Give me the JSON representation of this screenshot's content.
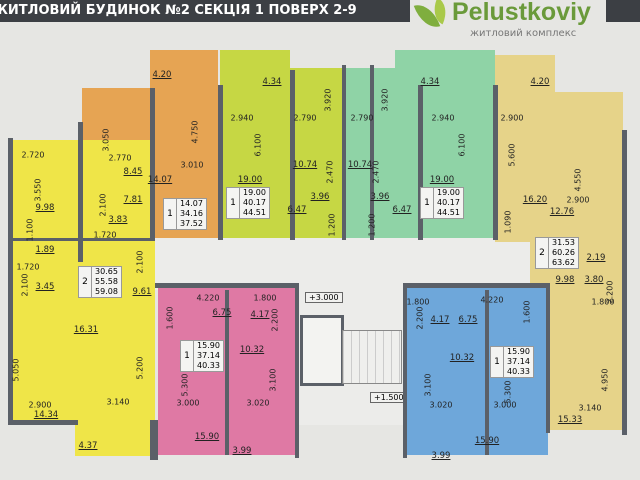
{
  "header": {
    "title": "ЖИТЛОВИЙ БУДИНОК №2  СЕКЦІЯ 1  ПОВЕРХ 2-9",
    "logo_name": "Pelustkoviy",
    "logo_tagline": "житловий комплекс"
  },
  "colors": {
    "header": "#3c3f44",
    "wall": "#5b6068",
    "logo": "#6a9a3a"
  },
  "apartments": [
    {
      "id": "orange",
      "color": "#e6a453",
      "rooms": "1",
      "summary": [
        "14.07",
        "34.16",
        "37.52"
      ],
      "areas": [
        "4.20",
        "14.07",
        "8.45",
        "7.81",
        "3.83"
      ],
      "dims": [
        "3.050",
        "2.770",
        "3.010",
        "4.750",
        "2.100",
        "1.720"
      ]
    },
    {
      "id": "lime",
      "color": "#c6d744",
      "rooms": "1",
      "summary": [
        "19.00",
        "40.17",
        "44.51"
      ],
      "areas": [
        "4.34",
        "19.00",
        "6.47",
        "10.74",
        "3.96"
      ],
      "dims": [
        "2.940",
        "6.100",
        "2.790",
        "3.920",
        "2.470",
        "1.200"
      ]
    },
    {
      "id": "teal",
      "color": "#8fd3a6",
      "rooms": "1",
      "summary": [
        "19.00",
        "40.17",
        "44.51"
      ],
      "areas": [
        "10.74",
        "4.34",
        "19.00",
        "6.47",
        "3.96"
      ],
      "dims": [
        "2.790",
        "3.920",
        "2.940",
        "6.100",
        "2.470",
        "1.200"
      ]
    },
    {
      "id": "khaki",
      "color": "#e6d389",
      "rooms": "2",
      "summary": [
        "31.53",
        "60.26",
        "63.62"
      ],
      "areas": [
        "4.20",
        "16.20",
        "12.76",
        "2.19",
        "9.98",
        "3.80",
        "15.33"
      ],
      "dims": [
        "2.900",
        "5.600",
        "4.550",
        "2.900",
        "1.090",
        "2.200",
        "1.800",
        "4.950",
        "3.140"
      ]
    },
    {
      "id": "yellow",
      "color": "#efe548",
      "rooms": "2",
      "summary": [
        "30.65",
        "55.58",
        "59.08"
      ],
      "areas": [
        "9.98",
        "1.89",
        "3.45",
        "9.61",
        "16.31",
        "14.34",
        "4.37"
      ],
      "dims": [
        "2.720",
        "3.550",
        "1.100",
        "1.720",
        "2.100",
        "2.100",
        "5.050",
        "5.200",
        "2.900",
        "3.140"
      ]
    },
    {
      "id": "pink",
      "color": "#df79a4",
      "rooms": "1",
      "summary": [
        "15.90",
        "37.14",
        "40.33"
      ],
      "areas": [
        "6.75",
        "4.17",
        "10.32",
        "15.90",
        "3.99"
      ],
      "dims": [
        "4.220",
        "1.800",
        "1.600",
        "2.200",
        "5.300",
        "3.100",
        "3.000",
        "3.020"
      ]
    },
    {
      "id": "blue",
      "color": "#6ea7da",
      "rooms": "1",
      "summary": [
        "15.90",
        "37.14",
        "40.33"
      ],
      "areas": [
        "4.17",
        "6.75",
        "10.32",
        "15.90",
        "3.99"
      ],
      "dims": [
        "1.800",
        "4.220",
        "1.600",
        "2.200",
        "3.100",
        "3.020",
        "3.000",
        "5.300"
      ]
    }
  ],
  "stairs": {
    "levels": [
      "+3.000",
      "+1.500"
    ]
  }
}
